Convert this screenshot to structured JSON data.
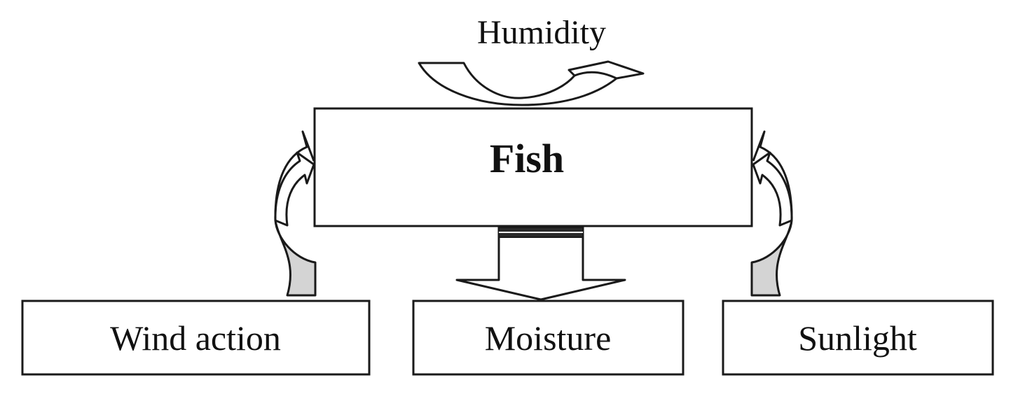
{
  "diagram": {
    "top_label": "Humidity",
    "center_box": "Fish",
    "bottom_boxes": [
      "Wind action",
      "Moisture",
      "Sunlight"
    ]
  },
  "colors": {
    "stroke": "#1a1a1a",
    "arrow_shade": "#d4d4d4",
    "background": "#ffffff"
  }
}
